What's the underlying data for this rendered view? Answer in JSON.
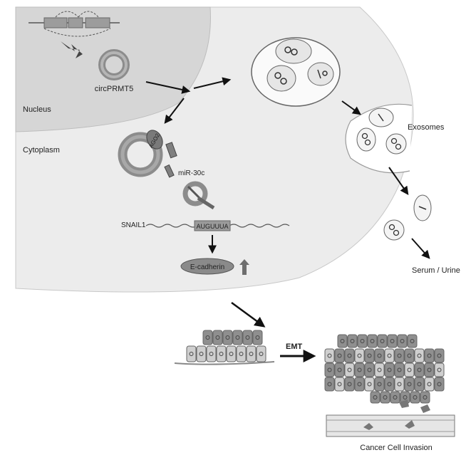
{
  "labels": {
    "nucleus": "Nucleus",
    "cytoplasm": "Cytoplasm",
    "circ": "circPRMT5",
    "ago2": "AGO2",
    "mir": "miR-30c",
    "snail": "SNAIL1",
    "auguuua": "AUGUUUA",
    "ecad": "E-cadherin",
    "exosomes": "Exosomes",
    "serum": "Serum / Urine",
    "emt": "EMT",
    "invasion": "Cancer Cell Invasion"
  },
  "colors": {
    "cell": "#ececec",
    "nucleus": "#d6d6d6",
    "ring": "#8c8c8c",
    "ring_light": "#b5b5b5",
    "tissue_dark": "#8f8f8f",
    "tissue_light": "#cfcfcf"
  }
}
